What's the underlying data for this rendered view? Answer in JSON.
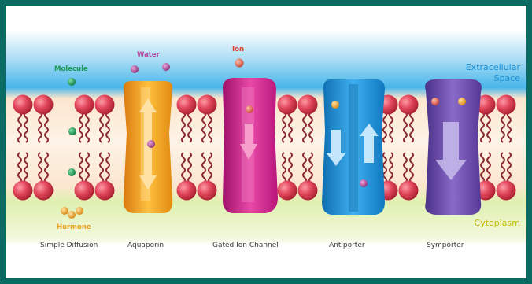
{
  "labels": {
    "molecule": "Molecule",
    "water": "Water",
    "ion": "Ion",
    "hormone": "Hormone",
    "extracellular_line1": "Extracellular",
    "extracellular_line2": "Space",
    "cytoplasm": "Cytoplasm"
  },
  "captions": {
    "simple_diffusion": "Simple Diffusion",
    "aquaporin": "Aquaporin",
    "gated_ion_channel": "Gated Ion Channel",
    "antiporter": "Antiporter",
    "symporter": "Symporter"
  },
  "colors": {
    "frame": "#0a6b62",
    "extracellular": "#48b6ea",
    "cytoplasm": "#dff0b0",
    "lipid_head": "#e0455a",
    "lipid_tail": "#8c2a32",
    "molecule": "#1aa05a",
    "water": "#b5479e",
    "ion": "#e8604e",
    "hormone": "#f0a830",
    "aquaporin": "#f5a020",
    "gated_ion_channel": "#d0208a",
    "antiporter": "#1a8fd6",
    "symporter": "#6a4aa8",
    "cytoplasm_label": "#c8b800"
  },
  "icons": [
    "lipid-head-icon",
    "molecule-icon",
    "water-icon",
    "ion-icon",
    "hormone-icon",
    "transport-arrow-icon"
  ]
}
